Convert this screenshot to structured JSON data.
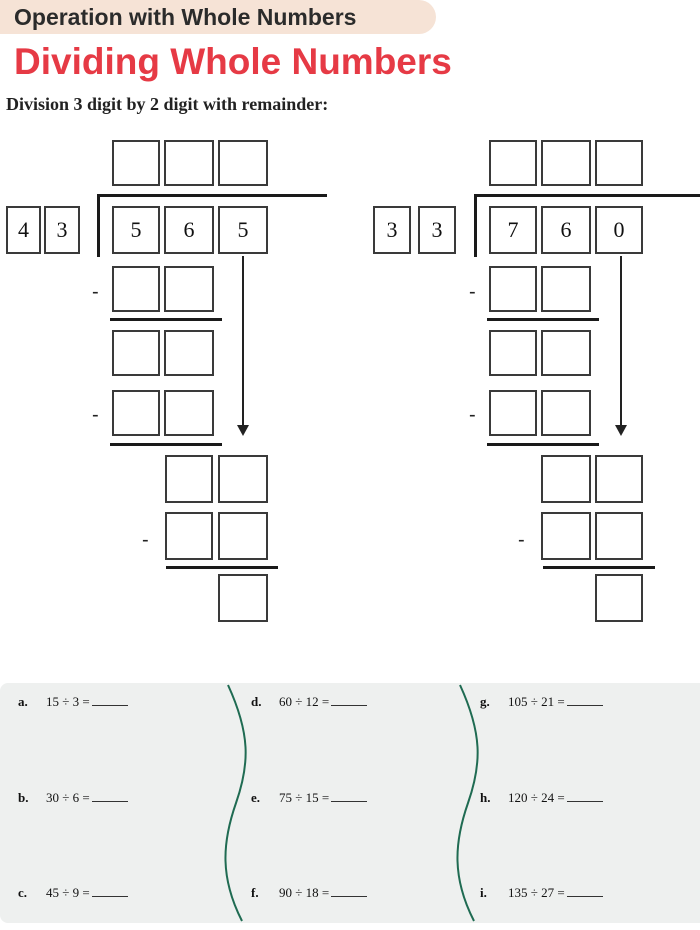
{
  "header": {
    "tab_label": "Operation with Whole Numbers",
    "title": "Dividing Whole Numbers",
    "subtitle": "Division 3 digit by 2 digit with remainder:"
  },
  "problems": [
    {
      "divisor": [
        "4",
        "3"
      ],
      "dividend": [
        "5",
        "6",
        "5"
      ],
      "minus": "-"
    },
    {
      "divisor": [
        "3",
        "3"
      ],
      "dividend": [
        "7",
        "6",
        "0"
      ],
      "minus": "-"
    }
  ],
  "exercises": [
    {
      "label": "a.",
      "expr": "15 ÷ 3 ="
    },
    {
      "label": "b.",
      "expr": "30 ÷ 6 ="
    },
    {
      "label": "c.",
      "expr": "45 ÷ 9 ="
    },
    {
      "label": "d.",
      "expr": "60 ÷ 12 ="
    },
    {
      "label": "e.",
      "expr": "75 ÷ 15 ="
    },
    {
      "label": "f.",
      "expr": "90 ÷ 18 ="
    },
    {
      "label": "g.",
      "expr": "105 ÷ 21 ="
    },
    {
      "label": "h.",
      "expr": "120 ÷ 24 ="
    },
    {
      "label": "i.",
      "expr": "135 ÷ 27 ="
    }
  ],
  "colors": {
    "title": "#e63a45",
    "tab": "#f6e3d6",
    "panel": "#eef0ef",
    "separator": "#1f6b52"
  }
}
